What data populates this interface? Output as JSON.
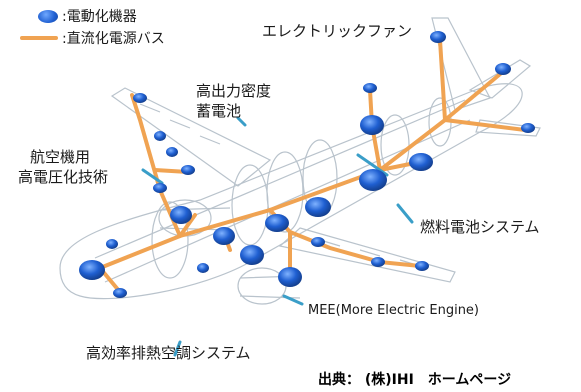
{
  "legend": {
    "device_label": ":電動化機器",
    "bus_label": ":直流化電源バス"
  },
  "labels": {
    "electric_fan": "エレクトリックファン",
    "battery_line1": "高出力密度",
    "battery_line2": "蓄電池",
    "hv_line1": "航空機用",
    "hv_line2": "高電圧化技術",
    "fuel_cell": "燃料電池システム",
    "mee": "MEE(More Electric Engine)",
    "cooling": "高効率排熱空調システム"
  },
  "source": "出典： (株)IHI　ホームページ",
  "colors": {
    "device_blue": "#1f5fd1",
    "bus_orange": "#f0a352",
    "callout_teal": "#3a9ec8",
    "wireframe": "#b9c3cc"
  }
}
